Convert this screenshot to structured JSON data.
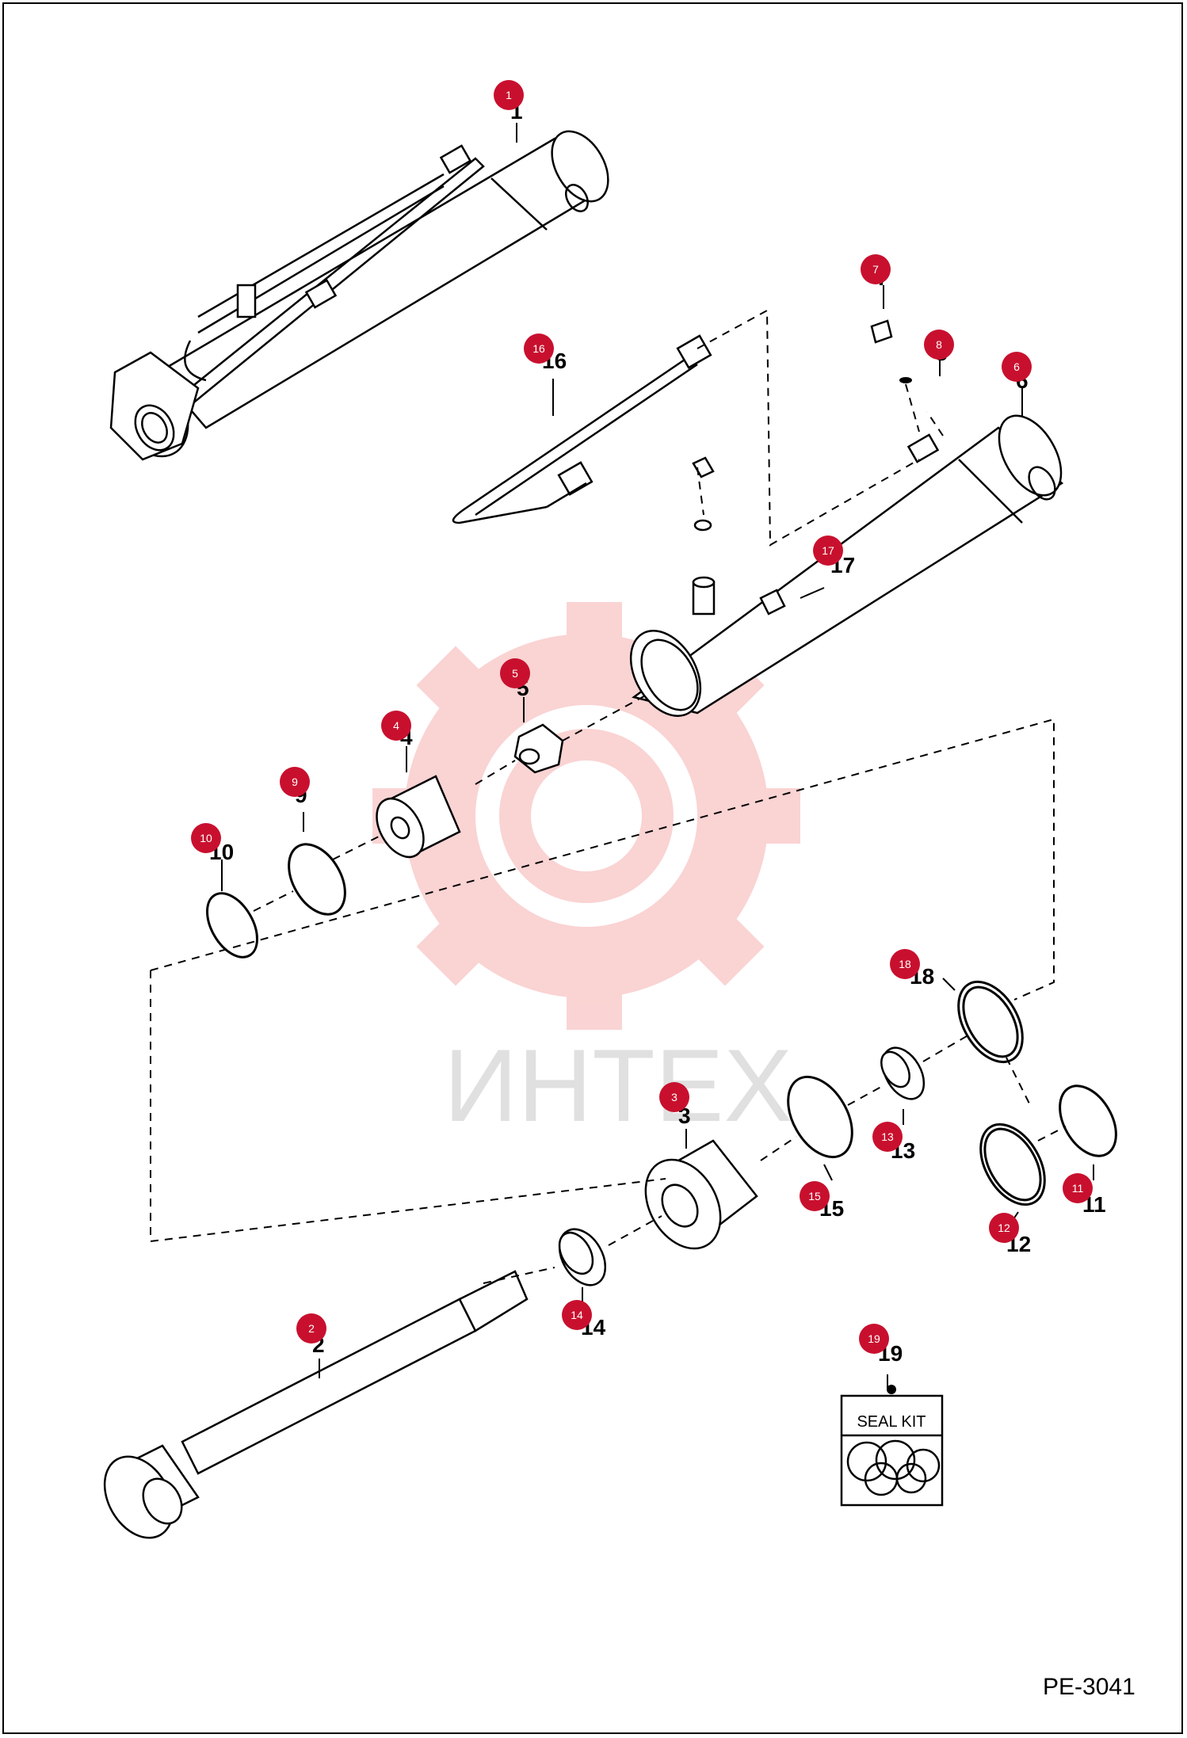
{
  "drawing_code": "PE-3041",
  "watermark_text": "ИНТЕХ",
  "seal_kit_label": "SEAL KIT",
  "callouts": [
    {
      "id": "1",
      "label": "1"
    },
    {
      "id": "2",
      "label": "2"
    },
    {
      "id": "3",
      "label": "3"
    },
    {
      "id": "4",
      "label": "4"
    },
    {
      "id": "5",
      "label": "5"
    },
    {
      "id": "6",
      "label": "6"
    },
    {
      "id": "7",
      "label": "7"
    },
    {
      "id": "8",
      "label": "8"
    },
    {
      "id": "9",
      "label": "9"
    },
    {
      "id": "10",
      "label": "10"
    },
    {
      "id": "11",
      "label": "11"
    },
    {
      "id": "12",
      "label": "12"
    },
    {
      "id": "13",
      "label": "13"
    },
    {
      "id": "14",
      "label": "14"
    },
    {
      "id": "15",
      "label": "15"
    },
    {
      "id": "16",
      "label": "16"
    },
    {
      "id": "17",
      "label": "17"
    },
    {
      "id": "18",
      "label": "18"
    },
    {
      "id": "19",
      "label": "19"
    }
  ],
  "colors": {
    "badge": "#c8102e",
    "line": "#000000",
    "watermark": "#f4a0a0"
  }
}
